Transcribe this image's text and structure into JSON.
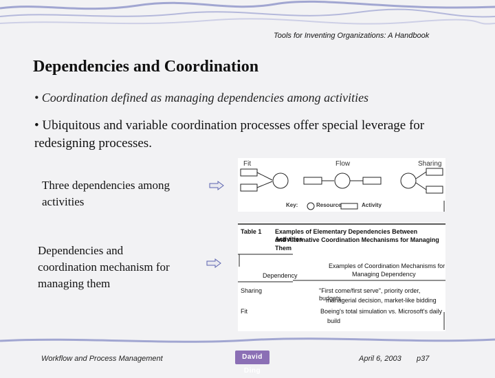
{
  "header": {
    "note": "Tools for Inventing Organizations: A Handbook"
  },
  "title": "Dependencies and Coordination",
  "bullets": [
    "• Coordination defined as managing dependencies among activities",
    "• Ubiquitous and variable coordination processes offer special leverage for redesigning processes."
  ],
  "items": [
    {
      "label": "Three dependencies among activities"
    },
    {
      "label": "Dependencies and coordination mechanism for managing them"
    }
  ],
  "diagram": {
    "labels": {
      "fit": "Fit",
      "flow": "Flow",
      "sharing": "Sharing"
    },
    "key": {
      "prefix": "Key:",
      "resource": "Resource",
      "activity": "Activity"
    }
  },
  "table": {
    "caption": "Table 1",
    "title_lines": [
      "Examples of Elementary Dependencies Between Activities",
      "and Alternative Coordination Mechanisms for Managing",
      "Them"
    ],
    "col_mech_lines": [
      "Examples of Coordination Mechanisms for",
      "Managing Dependency"
    ],
    "col_dep": "Dependency",
    "rows": [
      {
        "dep": "Sharing",
        "mech_lines": [
          "\"First come/first serve\", priority order, budgets,",
          "managerial decision, market-like bidding"
        ]
      },
      {
        "dep": "Fit",
        "mech_lines": [
          "Boeing's total simulation vs. Microsoft's daily",
          "build"
        ]
      }
    ]
  },
  "footer": {
    "left": "Workflow and Process Management",
    "logo": "David Ding",
    "date": "April 6, 2003",
    "page": "p37"
  },
  "colors": {
    "accent": "#8c92c8",
    "logo": "#8b6fb5"
  }
}
